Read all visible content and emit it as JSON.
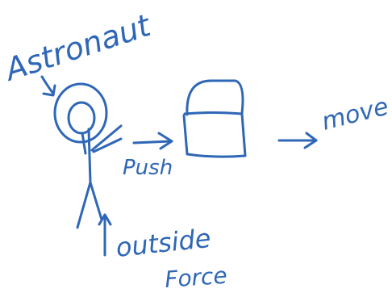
{
  "labels": {
    "astronaut": "Astronaut",
    "push": "Push",
    "move": "move",
    "outside": "outside",
    "force": "Force"
  },
  "ink_color": "#2f67b7"
}
